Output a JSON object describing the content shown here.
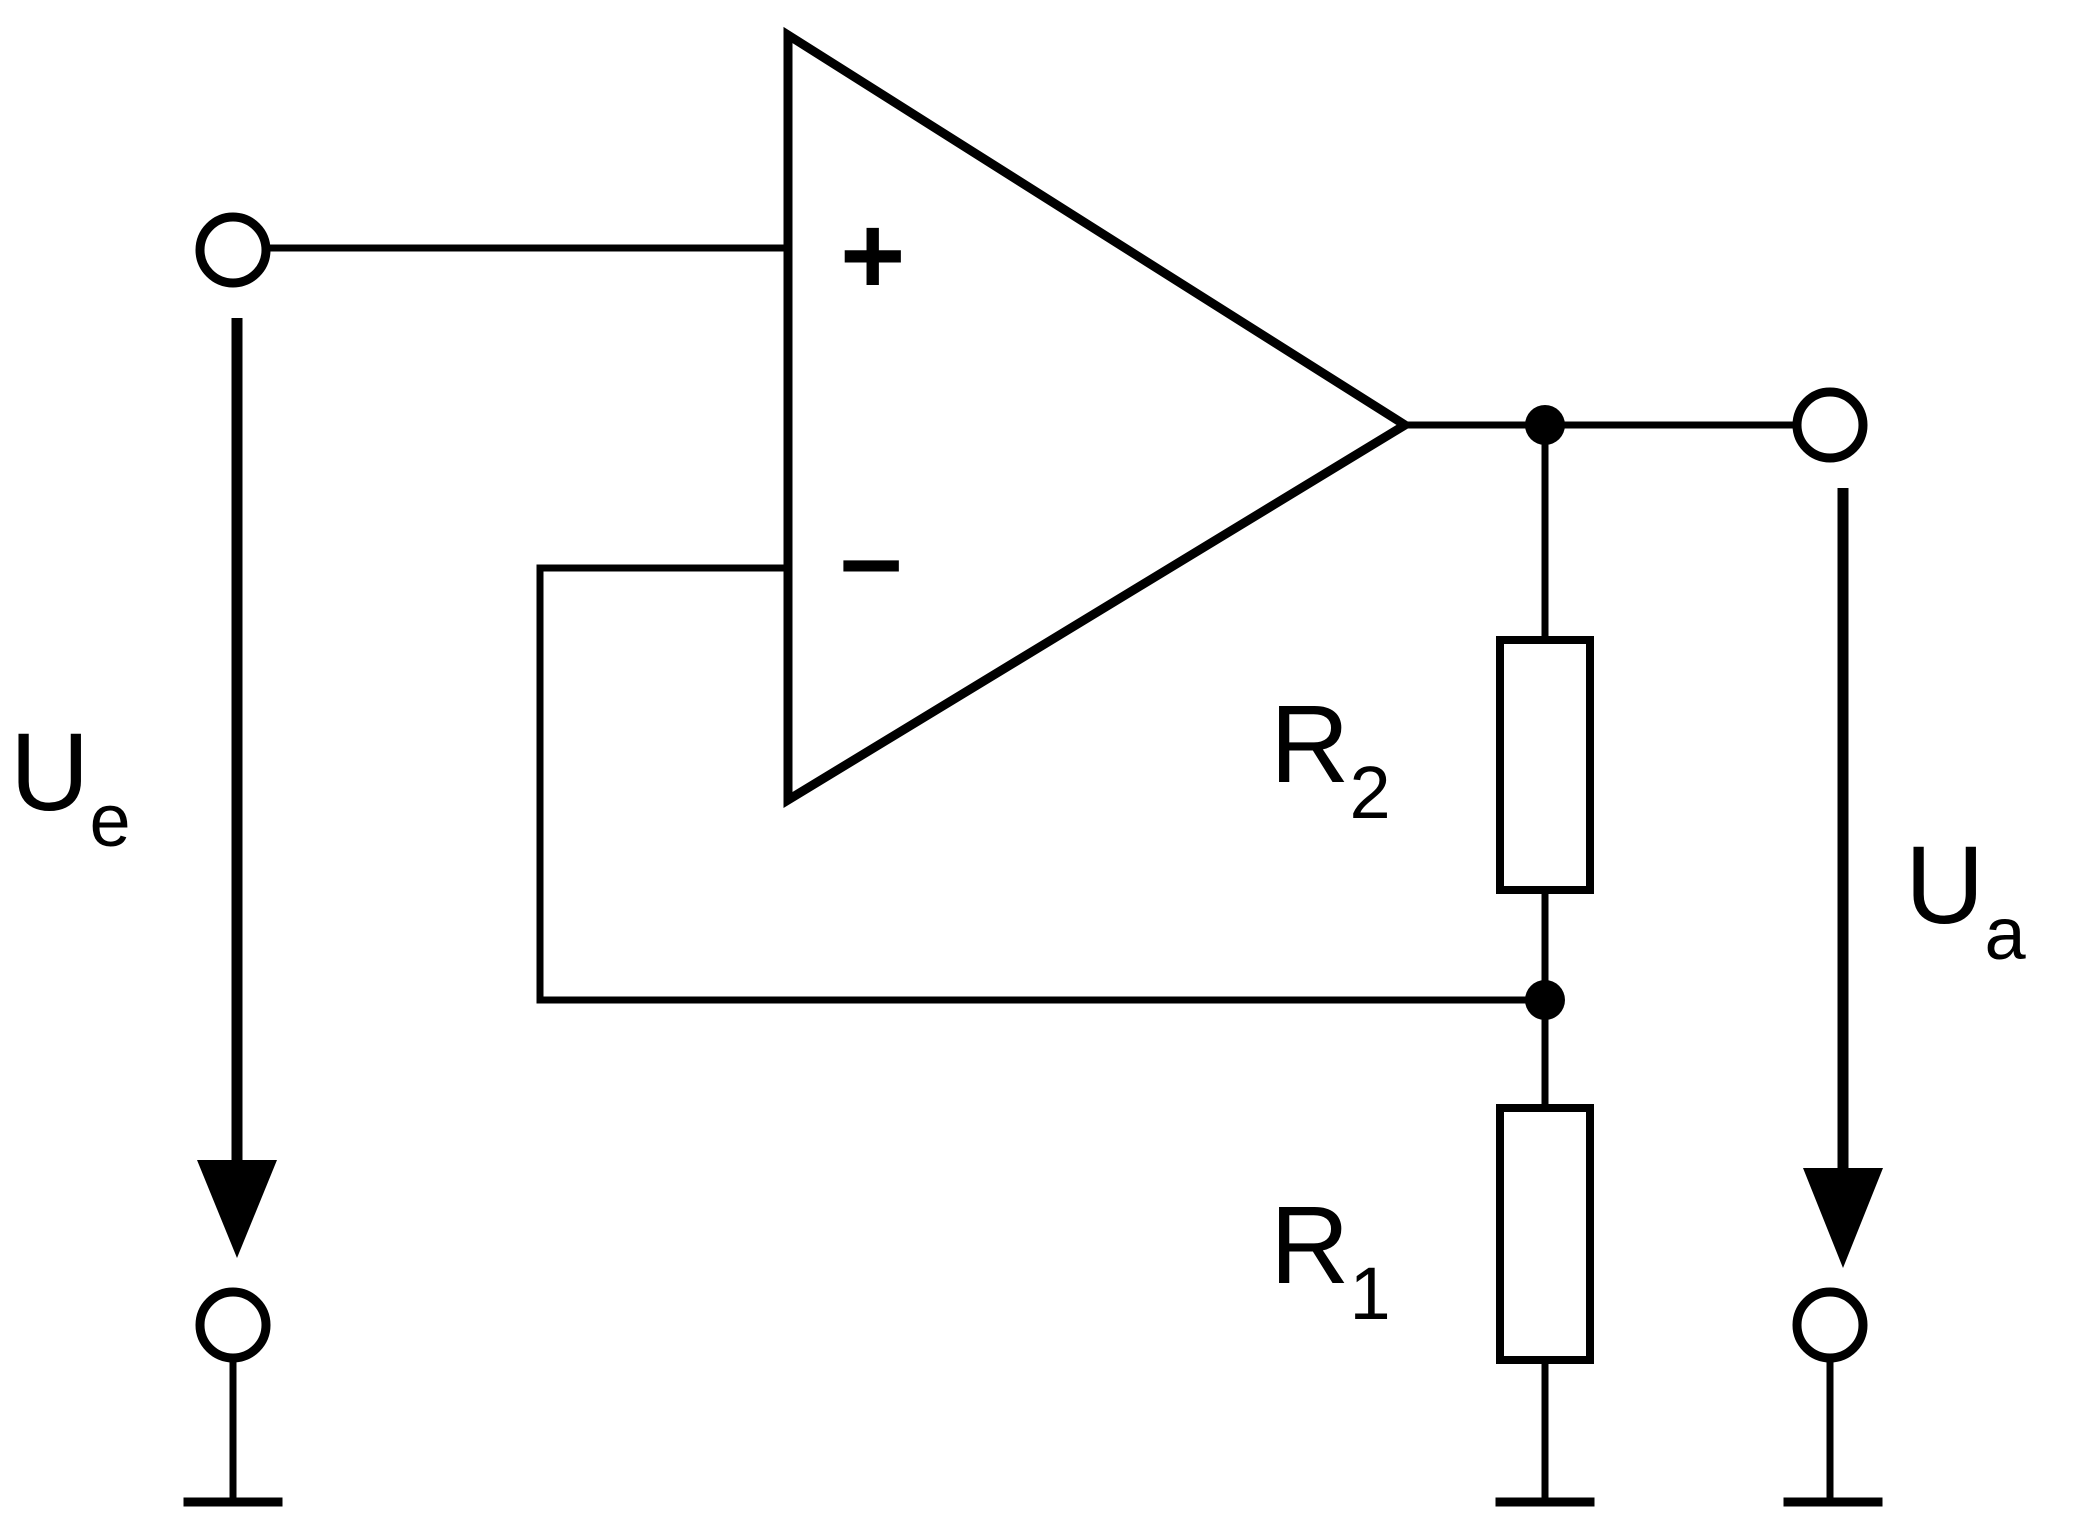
{
  "diagram": {
    "input_voltage": {
      "symbol": "U",
      "subscript": "e"
    },
    "output_voltage": {
      "symbol": "U",
      "subscript": "a"
    },
    "resistor_r2": {
      "symbol": "R",
      "subscript": "2"
    },
    "resistor_r1": {
      "symbol": "R",
      "subscript": "1"
    },
    "opamp": {
      "plus_sign": "+",
      "minus_sign": "–"
    }
  }
}
